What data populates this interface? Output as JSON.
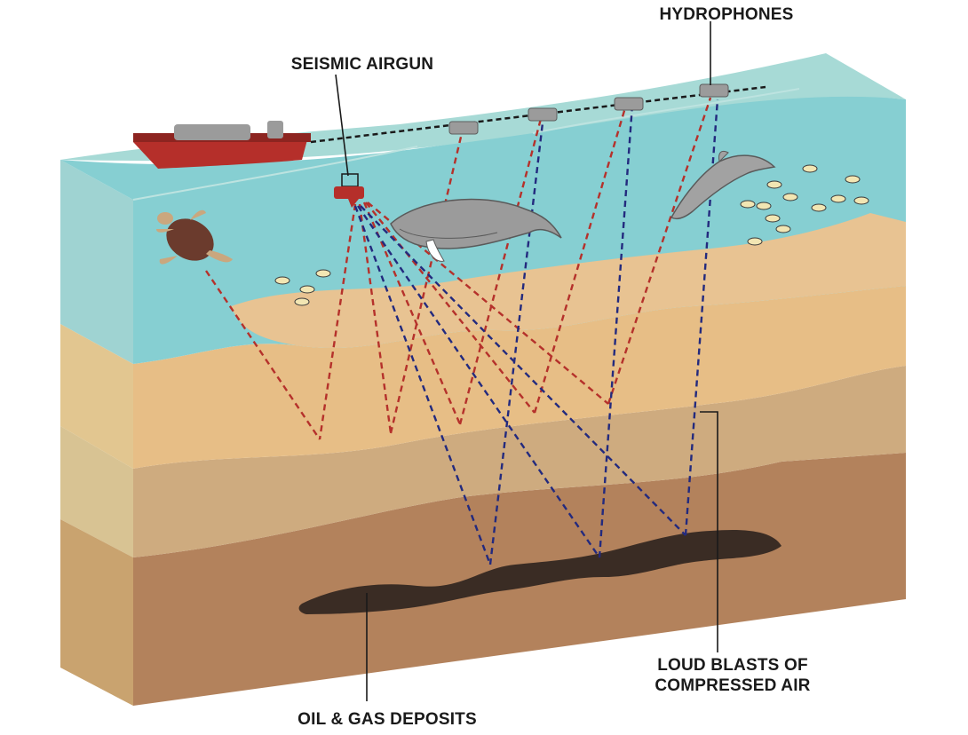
{
  "labels": {
    "hydrophones": "HYDROPHONES",
    "airgun": "SEISMIC AIRGUN",
    "blasts_line1": "LOUD BLASTS OF",
    "blasts_line2": "COMPRESSED AIR",
    "deposits": "OIL & GAS DEPOSITS"
  },
  "colors": {
    "water": "#86cfd2",
    "water_side": "#a4d6d4",
    "sand_top": "#e7be86",
    "sand_mid": "#ceab7f",
    "rock": "#b3825c",
    "deposit": "#3a2c24",
    "ship": "#b52f2a",
    "red_path": "#b5312b",
    "blue_path": "#232a7e"
  }
}
